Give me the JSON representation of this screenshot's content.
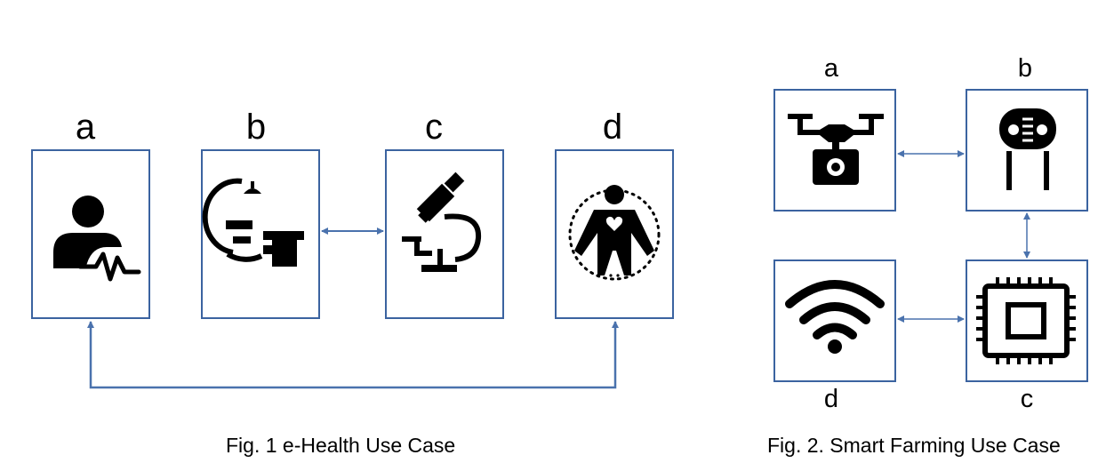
{
  "fig1": {
    "caption": "Fig. 1 e-Health Use Case",
    "labels": {
      "a": "a",
      "b": "b",
      "c": "c",
      "d": "d"
    },
    "icons": {
      "a": "patient-monitor-icon",
      "b": "ct-scanner-icon",
      "c": "microscope-icon",
      "d": "body-heart-icon"
    }
  },
  "fig2": {
    "caption": "Fig. 2. Smart Farming Use Case",
    "labels": {
      "a": "a",
      "b": "b",
      "c": "c",
      "d": "d"
    },
    "icons": {
      "a": "camera-drone-icon",
      "b": "light-sensor-icon",
      "c": "microchip-icon",
      "d": "wifi-icon"
    }
  },
  "colors": {
    "box_border": "#3b63a0",
    "arrow": "#4a72ad",
    "icon": "#000000"
  }
}
